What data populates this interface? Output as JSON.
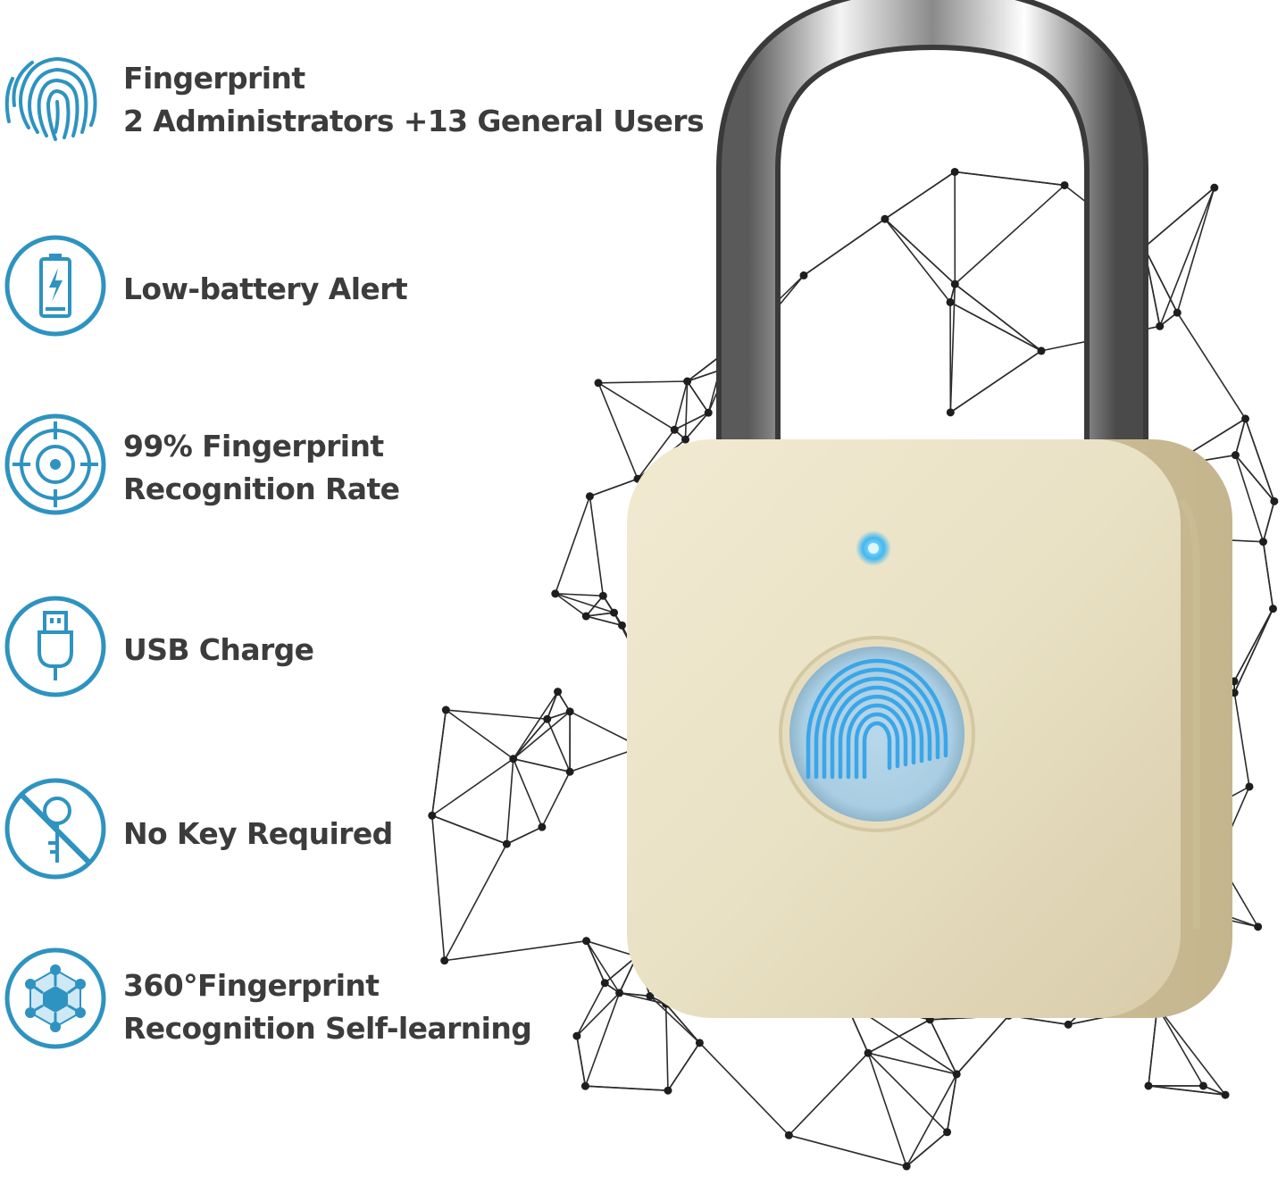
{
  "colors": {
    "accent": "#2e93c0",
    "text": "#3c3c3c",
    "lock_body": "#e8dfc0",
    "sensor": "#3aa6e8"
  },
  "features": [
    {
      "icon": "fingerprint-icon",
      "lines": [
        "Fingerprint",
        "2 Administrators +13 General Users"
      ]
    },
    {
      "icon": "battery-icon",
      "lines": [
        "Low-battery Alert"
      ]
    },
    {
      "icon": "target-icon",
      "lines": [
        "99% Fingerprint",
        "Recognition Rate"
      ]
    },
    {
      "icon": "usb-icon",
      "lines": [
        "USB Charge"
      ]
    },
    {
      "icon": "no-key-icon",
      "lines": [
        "No Key Required"
      ]
    },
    {
      "icon": "network-cube-icon",
      "lines": [
        "360°Fingerprint",
        "Recognition Self-learning"
      ]
    }
  ]
}
